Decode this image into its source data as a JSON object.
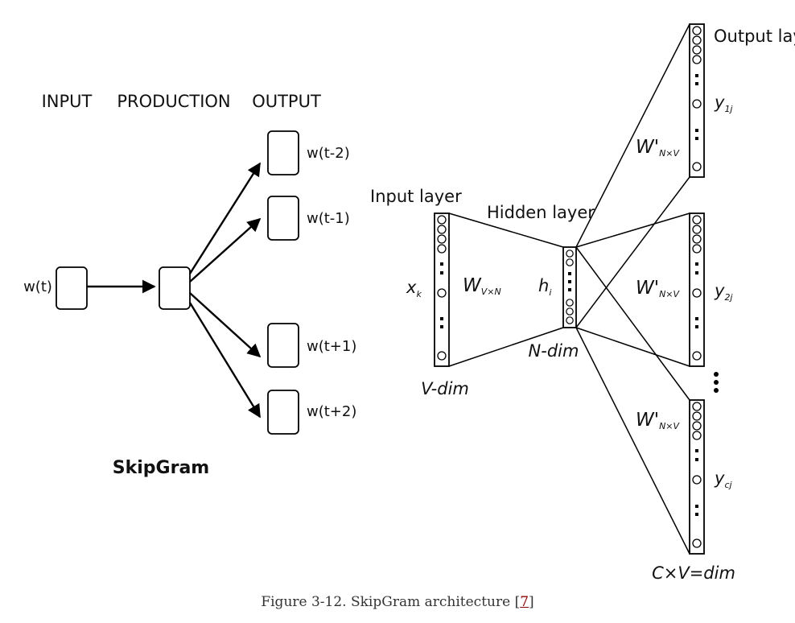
{
  "skipgram": {
    "headers": {
      "input": "INPUT",
      "projection": "PRODUCTION",
      "output": "OUTPUT"
    },
    "input_word": "w(t)",
    "output_words": [
      "w(t-2)",
      "w(t-1)",
      "w(t+1)",
      "w(t+2)"
    ],
    "title": "SkipGram"
  },
  "network": {
    "input_layer_label": "Input layer",
    "hidden_layer_label": "Hidden layer",
    "output_layer_label": "Output lay",
    "input_var": "x",
    "input_var_sub": "k",
    "hidden_var": "h",
    "hidden_var_sub": "i",
    "w_in": "W",
    "w_in_sub": "V×N",
    "w_out": "W'",
    "w_out_sub": "N×V",
    "outputs": [
      {
        "var": "y",
        "sub": "1j"
      },
      {
        "var": "y",
        "sub": "2j"
      },
      {
        "var": "y",
        "sub": "cj"
      }
    ],
    "v_dim": "V-dim",
    "n_dim": "N-dim",
    "cv_dim": "C×V=dim"
  },
  "caption": {
    "text": "Figure 3-12. SkipGram architecture [",
    "ref": "7",
    "close": "]"
  }
}
